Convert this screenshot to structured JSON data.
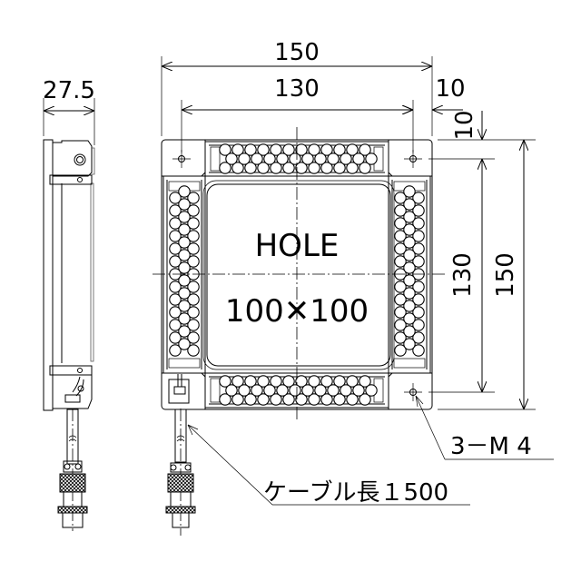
{
  "drawing": {
    "type": "technical-dimension-drawing",
    "subject": "Square ring light unit (front and side views)",
    "units": "mm"
  },
  "side_view": {
    "depth_dimension": "27.5"
  },
  "front_view": {
    "overall_width": "150",
    "hole_pitch_width": "130",
    "edge_offset_horizontal": "10",
    "edge_offset_vertical": "10",
    "hole_pitch_height": "130",
    "overall_height": "150",
    "center_label_line1": "HOLE",
    "center_label_line2": "100✕100",
    "mounting_holes_callout": "3－M 4",
    "cable_callout": "ケーブル長１500"
  },
  "colors": {
    "line": "#000000",
    "background": "#ffffff"
  }
}
